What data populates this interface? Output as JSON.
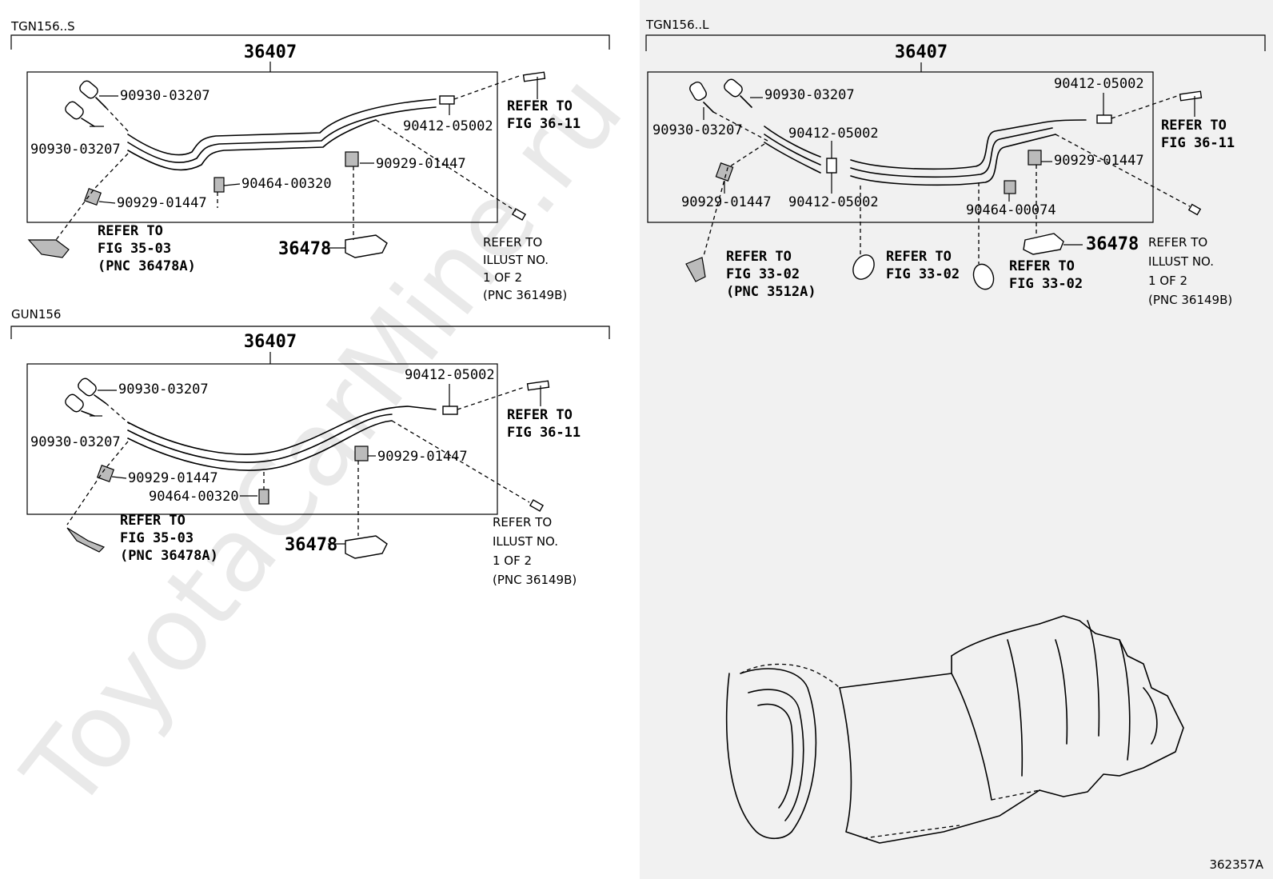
{
  "watermark": "ToyotaCarMine.ru",
  "figure_id": "362357A",
  "sections": [
    {
      "variant": "TGN156..S",
      "assembly": "36407",
      "parts": [
        "90930-03207",
        "90930-03207",
        "90412-05002",
        "90929-01447",
        "90464-00320",
        "90929-01447"
      ],
      "bracket": "36478",
      "refs": [
        {
          "lines": [
            "REFER TO",
            "FIG 36-11"
          ]
        },
        {
          "lines": [
            "REFER TO",
            "FIG 35-03",
            "(PNC 36478A)"
          ]
        },
        {
          "lines": [
            "REFER TO",
            "ILLUST NO.",
            "1 OF 2",
            "(PNC 36149B)"
          ]
        }
      ]
    },
    {
      "variant": "GUN156",
      "assembly": "36407",
      "parts": [
        "90930-03207",
        "90930-03207",
        "90412-05002",
        "90929-01447",
        "90929-01447",
        "90464-00320"
      ],
      "bracket": "36478",
      "refs": [
        {
          "lines": [
            "REFER TO",
            "FIG 36-11"
          ]
        },
        {
          "lines": [
            "REFER TO",
            "FIG 35-03",
            "(PNC 36478A)"
          ]
        },
        {
          "lines": [
            "REFER TO",
            "ILLUST NO.",
            "1 OF 2",
            "(PNC 36149B)"
          ]
        }
      ]
    },
    {
      "variant": "TGN156..L",
      "assembly": "36407",
      "parts": [
        "90930-03207",
        "90930-03207",
        "90412-05002",
        "90412-05002",
        "90412-05002",
        "90929-01447",
        "90929-01447",
        "90464-00074"
      ],
      "bracket": "36478",
      "refs": [
        {
          "lines": [
            "REFER TO",
            "FIG 36-11"
          ]
        },
        {
          "lines": [
            "REFER TO",
            "FIG 33-02",
            "(PNC 3512A)"
          ]
        },
        {
          "lines": [
            "REFER TO",
            "FIG 33-02"
          ]
        },
        {
          "lines": [
            "REFER TO",
            "FIG 33-02"
          ]
        },
        {
          "lines": [
            "REFER TO",
            "ILLUST NO.",
            "1 OF 2",
            "(PNC 36149B)"
          ]
        }
      ]
    }
  ]
}
